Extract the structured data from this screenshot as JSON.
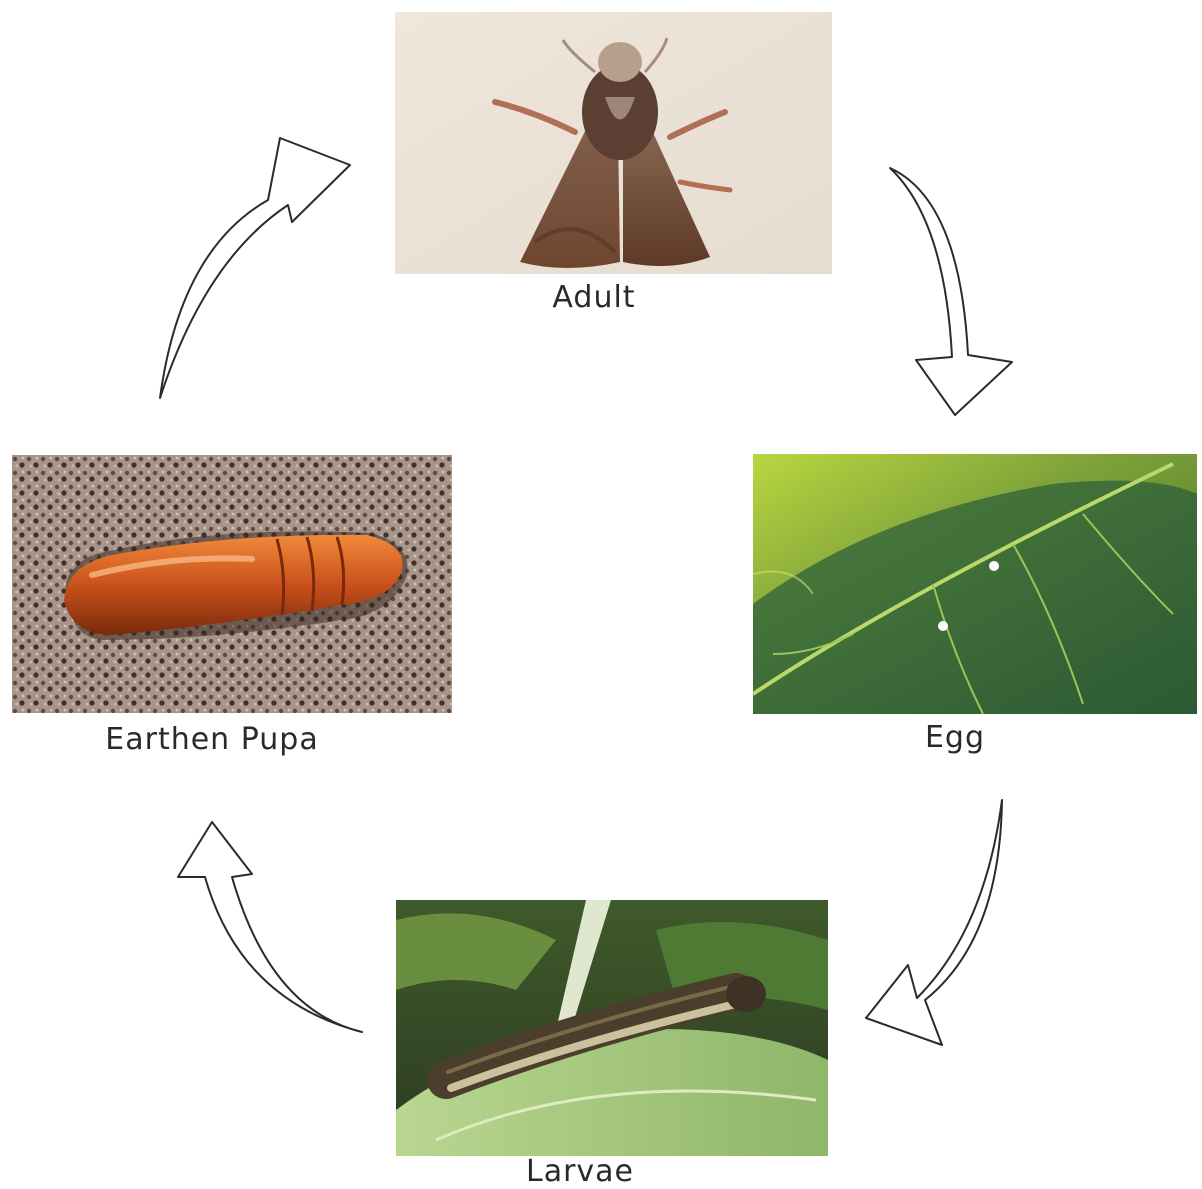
{
  "diagram": {
    "stages": {
      "adult": {
        "label": "Adult"
      },
      "egg": {
        "label": "Egg"
      },
      "larvae": {
        "label": "Larvae"
      },
      "pupa": {
        "label": "Earthen Pupa"
      }
    },
    "cycle_order": [
      "adult",
      "egg",
      "larvae",
      "pupa"
    ],
    "colors": {
      "arrow_stroke": "#2b2b2b",
      "label_text": "#2a2a2a"
    }
  }
}
